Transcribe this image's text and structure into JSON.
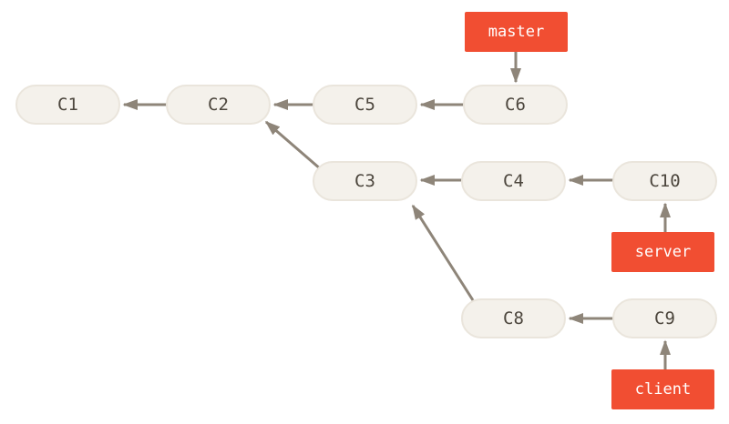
{
  "diagram": {
    "type": "git-commit-graph",
    "commits": [
      {
        "label": "C1"
      },
      {
        "label": "C2"
      },
      {
        "label": "C5"
      },
      {
        "label": "C6"
      },
      {
        "label": "C3"
      },
      {
        "label": "C4"
      },
      {
        "label": "C10"
      },
      {
        "label": "C8"
      },
      {
        "label": "C9"
      }
    ],
    "branches": [
      {
        "label": "master",
        "points_to": "C6"
      },
      {
        "label": "server",
        "points_to": "C10"
      },
      {
        "label": "client",
        "points_to": "C9"
      }
    ],
    "edges": [
      {
        "from": "C2",
        "to": "C1"
      },
      {
        "from": "C5",
        "to": "C2"
      },
      {
        "from": "C6",
        "to": "C5"
      },
      {
        "from": "C3",
        "to": "C2"
      },
      {
        "from": "C4",
        "to": "C3"
      },
      {
        "from": "C10",
        "to": "C4"
      },
      {
        "from": "C8",
        "to": "C3"
      },
      {
        "from": "C9",
        "to": "C8"
      },
      {
        "from": "master",
        "to": "C6"
      },
      {
        "from": "server",
        "to": "C10"
      },
      {
        "from": "client",
        "to": "C9"
      }
    ],
    "colors": {
      "commit_fill": "#f4f1eb",
      "commit_border": "#eae5dc",
      "commit_text": "#4c463d",
      "branch_fill": "#f14e32",
      "branch_text": "#ffffff",
      "arrow": "#8e8579",
      "background": "#ffffff"
    }
  }
}
